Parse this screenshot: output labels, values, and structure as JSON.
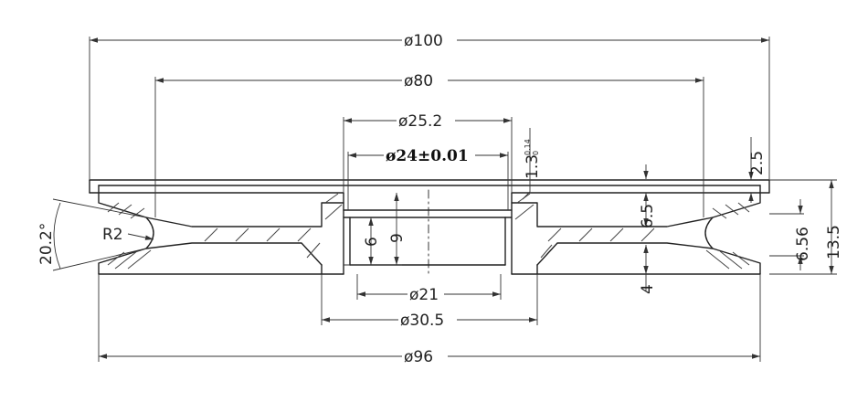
{
  "drawing": {
    "dimensions": {
      "outer_diameter": "ø100",
      "rim_diameter": "ø80",
      "bore_top_diameter": "ø25.2",
      "bore_diameter": "ø24±0.01",
      "groove_width": "1.3",
      "groove_tol_upper": "0.14",
      "groove_tol_lower": "0",
      "flange_thickness": "2.5",
      "web_offset": "6.5",
      "web_lower": "4",
      "groove_depth": "6.56",
      "total_height": "13.5",
      "bore_depth_inner": "6",
      "bore_depth": "9",
      "bottom_bore_diameter": "ø21",
      "hub_diameter": "ø30.5",
      "base_diameter": "ø96",
      "angle": "20.2°",
      "radius": "R2"
    }
  }
}
